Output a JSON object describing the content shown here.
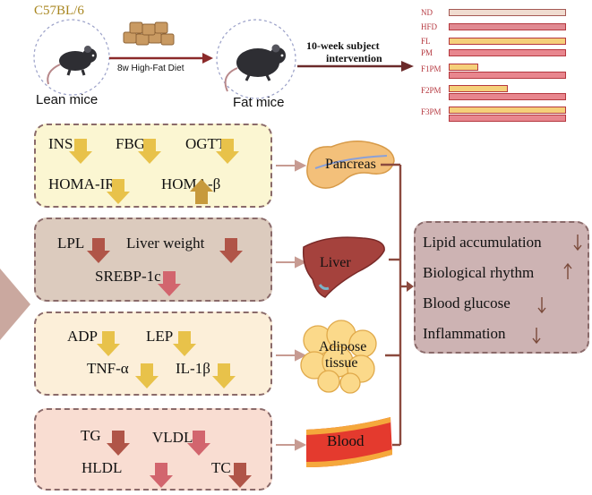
{
  "header": {
    "strain": "C57BL/6",
    "diet": "8w High-Fat Diet",
    "lean_label": "Lean mice",
    "fat_label": "Fat mice",
    "intervention_line1": "10-week subject",
    "intervention_line2": "intervention"
  },
  "groups": [
    {
      "name": "ND",
      "fill": "#f0dcd0",
      "stroke": "#a55a55",
      "top": 1.0,
      "bottom": null
    },
    {
      "name": "HFD",
      "fill": "#e08a92",
      "stroke": "#b5383f",
      "top": 1.0,
      "bottom": null
    },
    {
      "name": "FL",
      "fill": "#f5d07a",
      "stroke": "#b5383f",
      "top": 1.0,
      "bottom": null
    },
    {
      "name": "PM",
      "fill": "#e8868e",
      "stroke": "#b5383f",
      "top": 1.0,
      "bottom": null
    },
    {
      "name": "F1PM",
      "fill": "#f5d07a",
      "stroke": "#b5383f",
      "top": 0.25,
      "bottom": 1.0
    },
    {
      "name": "F2PM",
      "fill": "#f5d07a",
      "stroke": "#b5383f",
      "top": 0.5,
      "bottom": 1.0
    },
    {
      "name": "F3PM",
      "fill": "#f5d07a",
      "stroke": "#b5383f",
      "top": 1.0,
      "bottom": 1.0
    }
  ],
  "panels": [
    {
      "organ": "Pancreas",
      "fill": "#fbf6d2",
      "markers": [
        {
          "label": "INS",
          "direction": "down",
          "color": "#e8c24a"
        },
        {
          "label": "FBG",
          "direction": "down",
          "color": "#e8c24a"
        },
        {
          "label": "OGTT",
          "direction": "down",
          "color": "#e8c24a"
        },
        {
          "label": "HOMA-IR",
          "direction": "down",
          "color": "#e8c24a"
        },
        {
          "label": "HOMA-β",
          "direction": "up",
          "color": "#c79a3c"
        }
      ]
    },
    {
      "organ": "Liver",
      "fill": "#dccbbe",
      "markers": [
        {
          "label": "LPL",
          "direction": "down",
          "color": "#b05548"
        },
        {
          "label": "Liver weight",
          "direction": "down",
          "color": "#b05548"
        },
        {
          "label": "SREBP-1c",
          "direction": "down",
          "color": "#d2656e"
        }
      ]
    },
    {
      "organ_line1": "Adipose",
      "organ_line2": "tissue",
      "fill": "#fcefd9",
      "markers": [
        {
          "label": "ADP",
          "direction": "down",
          "color": "#e8c24a"
        },
        {
          "label": "LEP",
          "direction": "down",
          "color": "#e8c24a"
        },
        {
          "label": "TNF-α",
          "direction": "down",
          "color": "#e8c24a"
        },
        {
          "label": "IL-1β",
          "direction": "down",
          "color": "#e8c24a"
        }
      ]
    },
    {
      "organ": "Blood",
      "fill": "#f9ddd2",
      "markers": [
        {
          "label": "TG",
          "direction": "down",
          "color": "#b05548"
        },
        {
          "label": "VLDL",
          "direction": "down",
          "color": "#d2656e"
        },
        {
          "label": "HLDL",
          "direction": "down",
          "color": "#d2656e"
        },
        {
          "label": "TC",
          "direction": "down",
          "color": "#b05548"
        }
      ]
    }
  ],
  "summary": [
    {
      "label": "Lipid accumulation",
      "direction": "down"
    },
    {
      "label": "Biological rhythm",
      "direction": "up"
    },
    {
      "label": "Blood glucose",
      "direction": "down"
    },
    {
      "label": "Inflammation",
      "direction": "down"
    }
  ],
  "colors": {
    "connector": "#8b4a3e",
    "summary_fill": "#cdb3b3",
    "side_triangle": "#caa89f"
  }
}
